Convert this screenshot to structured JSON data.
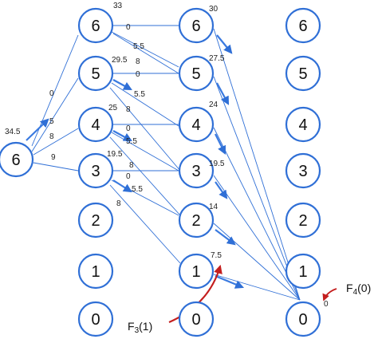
{
  "colors": {
    "node_stroke": "#2f6fd6",
    "edge": "#2f6fd6",
    "arrow_red": "#c41e1e"
  },
  "columns": [
    {
      "id": "c0",
      "nodes": [
        {
          "label": "6",
          "value": "34.5"
        }
      ]
    },
    {
      "id": "c1",
      "nodes": [
        {
          "label": "6",
          "value": "33"
        },
        {
          "label": "5",
          "value": "29.5"
        },
        {
          "label": "4",
          "value": "25"
        },
        {
          "label": "3",
          "value": "19.5"
        },
        {
          "label": "2",
          "value": ""
        },
        {
          "label": "1",
          "value": ""
        },
        {
          "label": "0",
          "value": ""
        }
      ]
    },
    {
      "id": "c2",
      "nodes": [
        {
          "label": "6",
          "value": "30"
        },
        {
          "label": "5",
          "value": "27.5"
        },
        {
          "label": "4",
          "value": "24"
        },
        {
          "label": "3",
          "value": "19.5"
        },
        {
          "label": "2",
          "value": "14"
        },
        {
          "label": "1",
          "value": "7.5"
        },
        {
          "label": "0",
          "value": ""
        }
      ]
    },
    {
      "id": "c3",
      "nodes": [
        {
          "label": "6",
          "value": ""
        },
        {
          "label": "5",
          "value": ""
        },
        {
          "label": "4",
          "value": ""
        },
        {
          "label": "3",
          "value": ""
        },
        {
          "label": "2",
          "value": ""
        },
        {
          "label": "1",
          "value": ""
        },
        {
          "label": "0",
          "value": "0"
        }
      ]
    }
  ],
  "edge_weights": {
    "c0_to_6": "0",
    "c0_to_5": "5",
    "c0_to_4": "8",
    "c0_to_3": "9",
    "w6_0": "0",
    "w6_55": "5.5",
    "w5_8": "8",
    "w5_0": "0",
    "w5_55": "5.5",
    "w4_8": "8",
    "w4_0": "0",
    "w4_55": "5.5",
    "w3_8": "8",
    "w3_0": "0",
    "w3_55": "5.5",
    "w3_8b": "8"
  },
  "annotations": {
    "f3_main": "F",
    "f3_sub": "3",
    "f3_arg": "(1)",
    "f4_main": "F",
    "f4_sub": "4",
    "f4_arg": "(0)"
  }
}
